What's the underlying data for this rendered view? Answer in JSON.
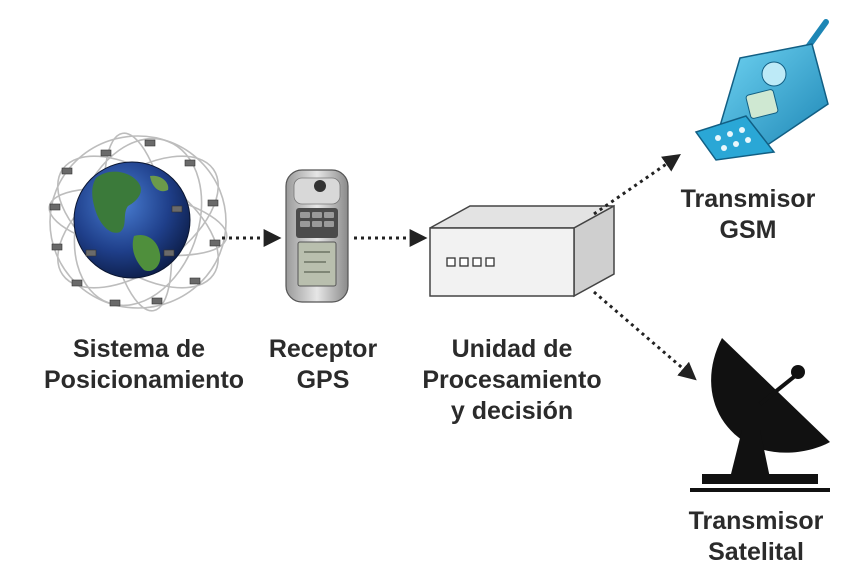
{
  "nodes": {
    "gps_system": {
      "label_lines": [
        "Sistema de",
        "Posicionamiento"
      ],
      "icon": "satellite-constellation-globe"
    },
    "gps_receiver": {
      "label_lines": [
        "Receptor",
        "GPS"
      ],
      "icon": "handheld-gps-receiver"
    },
    "processing_unit": {
      "label_lines": [
        "Unidad de",
        "Procesamiento",
        "y decisión"
      ],
      "icon": "processing-box"
    },
    "gsm_transmitter": {
      "label_lines": [
        "Transmisor",
        "GSM"
      ],
      "icon": "mobile-phone"
    },
    "satellite_transmitter": {
      "label_lines": [
        "Transmisor",
        "Satelital"
      ],
      "icon": "satellite-dish"
    }
  },
  "edges": [
    {
      "from": "gps_system",
      "to": "gps_receiver",
      "style": "dotted-arrow"
    },
    {
      "from": "gps_receiver",
      "to": "processing_unit",
      "style": "dotted-arrow"
    },
    {
      "from": "processing_unit",
      "to": "gsm_transmitter",
      "style": "dotted-arrow"
    },
    {
      "from": "processing_unit",
      "to": "satellite_transmitter",
      "style": "dotted-arrow"
    }
  ],
  "colors": {
    "label_text": "#2b2b2b",
    "arrow": "#222222",
    "globe_ocean": "#1f3f8a",
    "globe_land": "#3b7a3a",
    "phone_body": "#2aa7d6",
    "box_face": "#f2f2f2"
  }
}
